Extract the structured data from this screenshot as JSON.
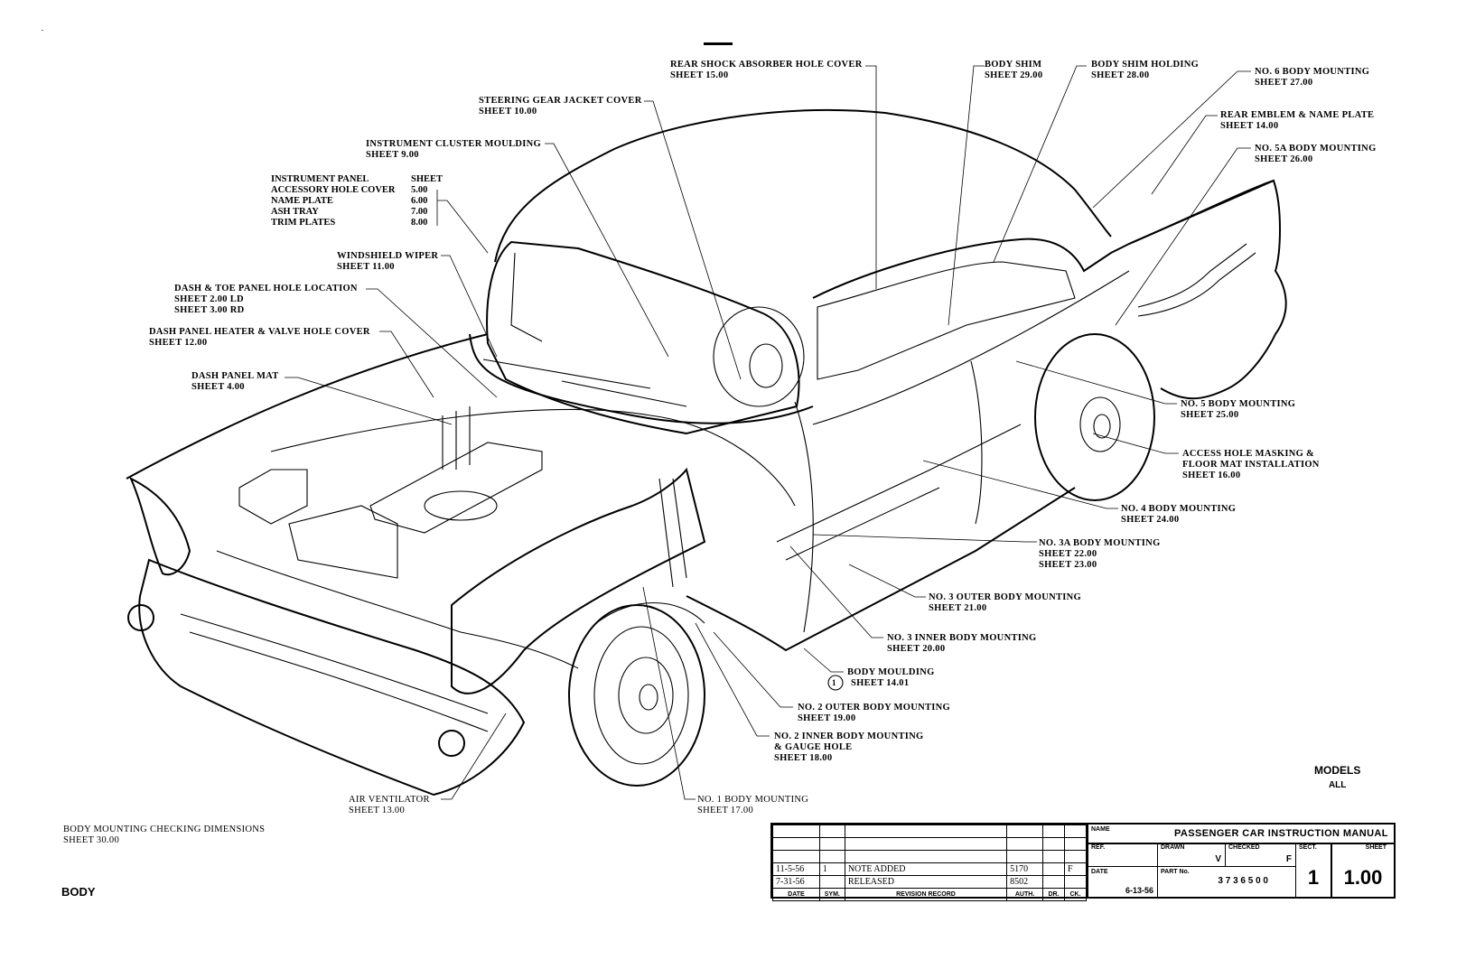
{
  "document": {
    "type": "exploded-view body illustration",
    "section_footer": "BODY",
    "models_title": "MODELS",
    "models_value": "ALL"
  },
  "callouts": [
    {
      "id": "rear-shock",
      "title": "REAR SHOCK ABSORBER HOLE COVER",
      "sheets": [
        "SHEET 15.00"
      ]
    },
    {
      "id": "body-shim",
      "title": "BODY SHIM",
      "sheets": [
        "SHEET 29.00"
      ]
    },
    {
      "id": "body-shim-holding",
      "title": "BODY SHIM HOLDING",
      "sheets": [
        "SHEET 28.00"
      ]
    },
    {
      "id": "no6",
      "title": "NO. 6 BODY MOUNTING",
      "sheets": [
        "SHEET 27.00"
      ]
    },
    {
      "id": "rear-emblem",
      "title": "REAR EMBLEM & NAME PLATE",
      "sheets": [
        "SHEET 14.00"
      ]
    },
    {
      "id": "no5a",
      "title": "NO. 5A BODY MOUNTING",
      "sheets": [
        "SHEET 26.00"
      ]
    },
    {
      "id": "steering",
      "title": "STEERING GEAR JACKET COVER",
      "sheets": [
        "SHEET 10.00"
      ]
    },
    {
      "id": "cluster",
      "title": "INSTRUMENT CLUSTER MOULDING",
      "sheets": [
        "SHEET 9.00"
      ]
    },
    {
      "id": "wiper",
      "title": "WINDSHIELD WIPER",
      "sheets": [
        "SHEET 11.00"
      ]
    },
    {
      "id": "dash-toe",
      "title": "DASH & TOE PANEL HOLE LOCATION",
      "sheets": [
        "SHEET 2.00 LD",
        "SHEET 3.00 RD"
      ]
    },
    {
      "id": "dash-heater",
      "title": "DASH PANEL HEATER & VALVE HOLE COVER",
      "sheets": [
        "SHEET 12.00"
      ]
    },
    {
      "id": "dash-mat",
      "title": "DASH PANEL MAT",
      "sheets": [
        "SHEET 4.00"
      ]
    },
    {
      "id": "no5",
      "title": "NO. 5 BODY MOUNTING",
      "sheets": [
        "SHEET 25.00"
      ]
    },
    {
      "id": "access-hole",
      "title": "ACCESS  HOLE MASKING &",
      "title2": "FLOOR MAT INSTALLATION",
      "sheets": [
        "SHEET 16.00"
      ]
    },
    {
      "id": "no4",
      "title": "NO. 4 BODY MOUNTING",
      "sheets": [
        "SHEET 24.00"
      ]
    },
    {
      "id": "no3a",
      "title": "NO. 3A BODY MOUNTING",
      "sheets": [
        "SHEET 22.00",
        "SHEET 23.00"
      ]
    },
    {
      "id": "no3-outer",
      "title": "NO. 3 OUTER BODY MOUNTING",
      "sheets": [
        "SHEET 21.00"
      ]
    },
    {
      "id": "no3-inner",
      "title": "NO. 3 INNER BODY MOUNTING",
      "sheets": [
        "SHEET 20.00"
      ]
    },
    {
      "id": "body-moulding",
      "title": "BODY MOULDING",
      "sheets": [
        "SHEET 14.01"
      ],
      "marker": "1"
    },
    {
      "id": "no2-outer",
      "title": "NO. 2 OUTER BODY MOUNTING",
      "sheets": [
        "SHEET 19.00"
      ]
    },
    {
      "id": "no2-inner",
      "title": "NO. 2 INNER BODY MOUNTING",
      "title2": "& GAUGE HOLE",
      "sheets": [
        "SHEET 18.00"
      ]
    },
    {
      "id": "air-vent",
      "title": "AIR VENTILATOR",
      "sheets": [
        "SHEET 13.00"
      ]
    },
    {
      "id": "no1",
      "title": "NO. 1 BODY MOUNTING",
      "sheets": [
        "SHEET 17.00"
      ]
    },
    {
      "id": "checking",
      "title": "BODY MOUNTING CHECKING DIMENSIONS",
      "sheets": [
        "SHEET 30.00"
      ]
    }
  ],
  "instrument_panel": {
    "header": "INSTRUMENT PANEL",
    "sheet_header": "SHEET",
    "rows": [
      {
        "name": "ACCESSORY HOLE COVER",
        "sheet": "5.00"
      },
      {
        "name": "NAME PLATE",
        "sheet": "6.00"
      },
      {
        "name": "ASH TRAY",
        "sheet": "7.00"
      },
      {
        "name": "TRIM PLATES",
        "sheet": "8.00"
      }
    ]
  },
  "revision_record": {
    "headers": [
      "DATE",
      "SYM.",
      "REVISION RECORD",
      "AUTH.",
      "DR.",
      "CK."
    ],
    "rows": [
      [
        "",
        "",
        "",
        "",
        "",
        ""
      ],
      [
        "",
        "",
        "",
        "",
        "",
        ""
      ],
      [
        "",
        "",
        "",
        "",
        "",
        ""
      ],
      [
        "11-5-56",
        "1",
        "NOTE ADDED",
        "5170",
        "",
        "F"
      ],
      [
        "7-31-56",
        "",
        "RELEASED",
        "8502",
        "",
        ""
      ]
    ]
  },
  "title_block": {
    "name_label": "NAME",
    "name_value": "PASSENGER CAR INSTRUCTION MANUAL",
    "ref_label": "REF.",
    "ref_value": "",
    "drawn_label": "DRAWN",
    "drawn_value": "V",
    "checked_label": "CHECKED",
    "checked_value": "F",
    "date_label": "DATE",
    "date_value": "6-13-56",
    "part_label": "PART No.",
    "part_value": "3 7 3 6 5 0 0",
    "sect_label": "SECT.",
    "sect_value": "1",
    "sheet_label": "SHEET",
    "sheet_value": "1.00"
  }
}
